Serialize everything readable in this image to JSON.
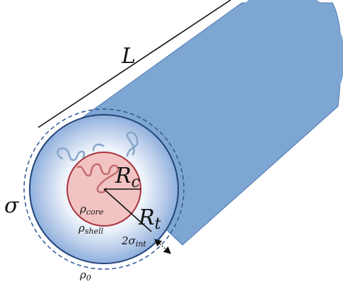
{
  "labels": {
    "length": "L",
    "core_radius": {
      "main": "R",
      "sub": "c"
    },
    "total_radius": {
      "main": "R",
      "sub": "t"
    },
    "sigma": "σ",
    "rho_core": {
      "main": "ρ",
      "sub": "core"
    },
    "rho_shell": {
      "main": "ρ",
      "sub": "shell"
    },
    "sigma_int": {
      "main": "2σ",
      "sub": "int"
    },
    "rho_0": {
      "main": "ρ",
      "sub": "0"
    }
  },
  "colors": {
    "cylinder_fill": "#7ea6d3",
    "cylinder_edge": "#4e79b2",
    "shell_glow_inner": "#ffffff",
    "shell_glow_outer": "#8eafdc",
    "shell_outline": "#24457a",
    "core_fill": "#f2c3c3",
    "core_outline": "#a8343e",
    "chain_color": "#86a5c9",
    "chain_core_color": "#c56d6d",
    "text": "#111111"
  }
}
